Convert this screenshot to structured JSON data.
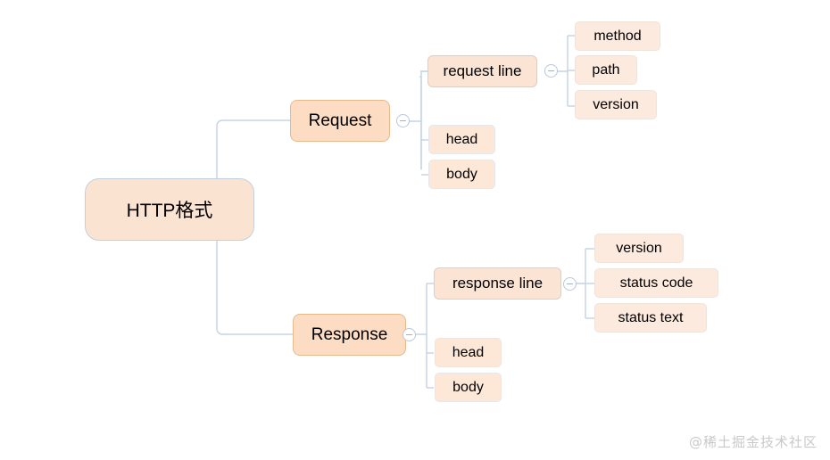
{
  "diagram": {
    "type": "mindmap",
    "title": "HTTP格式",
    "orientation": "left-to-right",
    "colors": {
      "root_fill": "#fbe3d2",
      "branch_fill": "#fcdcc3",
      "branch_border": "#e8b98e",
      "leaf_fill": "#fde8d8",
      "edge": "#c3d3e4",
      "text": "#000000",
      "watermark": "#c9c9c9"
    }
  },
  "nodes": {
    "root": {
      "label": "HTTP格式"
    },
    "request": {
      "label": "Request",
      "toggle": "collapse-minus"
    },
    "request_line": {
      "label": "request line",
      "toggle": "collapse-minus"
    },
    "method": {
      "label": "method"
    },
    "path": {
      "label": "path"
    },
    "version_req": {
      "label": "version"
    },
    "head_req": {
      "label": "head"
    },
    "body_req": {
      "label": "body"
    },
    "response": {
      "label": "Response",
      "toggle": "collapse-minus"
    },
    "response_line": {
      "label": "response line",
      "toggle": "collapse-minus"
    },
    "version_res": {
      "label": "version"
    },
    "status_code": {
      "label": "status code"
    },
    "status_text": {
      "label": "status text"
    },
    "head_res": {
      "label": "head"
    },
    "body_res": {
      "label": "body"
    }
  },
  "tree": {
    "label": "HTTP格式",
    "children": [
      {
        "label": "Request",
        "children": [
          {
            "label": "request line",
            "children": [
              {
                "label": "method"
              },
              {
                "label": "path"
              },
              {
                "label": "version"
              }
            ]
          },
          {
            "label": "head"
          },
          {
            "label": "body"
          }
        ]
      },
      {
        "label": "Response",
        "children": [
          {
            "label": "response line",
            "children": [
              {
                "label": "version"
              },
              {
                "label": "status code"
              },
              {
                "label": "status text"
              }
            ]
          },
          {
            "label": "head"
          },
          {
            "label": "body"
          }
        ]
      }
    ]
  },
  "watermark": {
    "text": "@稀土掘金技术社区"
  }
}
